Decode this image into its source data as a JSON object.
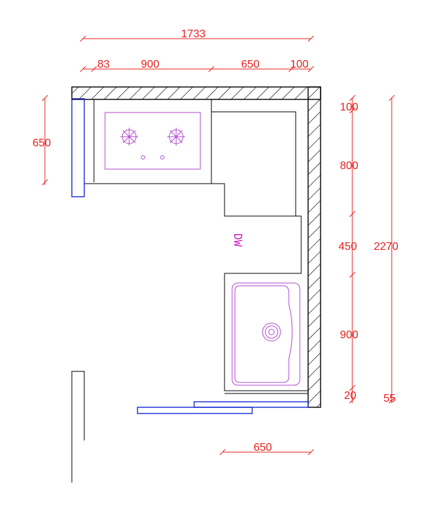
{
  "colors": {
    "dimension": "#e8201e",
    "appliance": "#b04ad0",
    "door": "#1a2bd6",
    "wall": "#000000"
  },
  "dimensions": {
    "total_width": "1733",
    "segment_83": "83",
    "segment_900_top": "900",
    "segment_650_top": "650",
    "segment_100_top": "100",
    "left_650": "650",
    "right_100": "100",
    "right_800": "800",
    "right_450": "450",
    "right_900": "900",
    "right_20": "20",
    "total_height": "2270",
    "right_55": "55",
    "bottom_650": "650"
  },
  "labels": {
    "dishwasher": "DW"
  }
}
